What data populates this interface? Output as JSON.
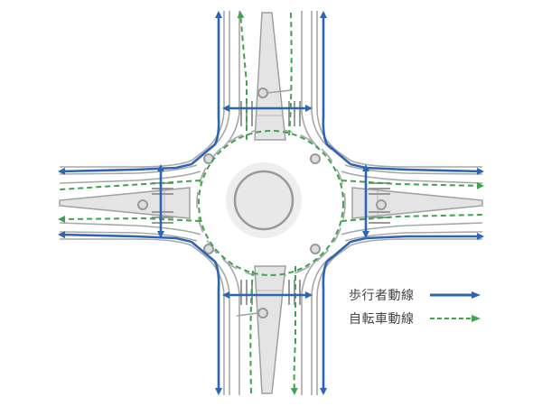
{
  "diagram": {
    "type": "roundabout-traffic-flow",
    "legend": [
      {
        "label": "歩行者動線",
        "style": "solid",
        "color": "#2e64b4"
      },
      {
        "label": "自転車動線",
        "style": "dashed",
        "color": "#3fa34d"
      }
    ],
    "colors": {
      "road_outline": "#a8a8a8",
      "island_fill": "#e4e4e4",
      "center_halo": "#eeeeee",
      "center_ring": "#9a9a9a",
      "pedestrian": "#2e64b4",
      "bicycle": "#3fa34d"
    }
  }
}
